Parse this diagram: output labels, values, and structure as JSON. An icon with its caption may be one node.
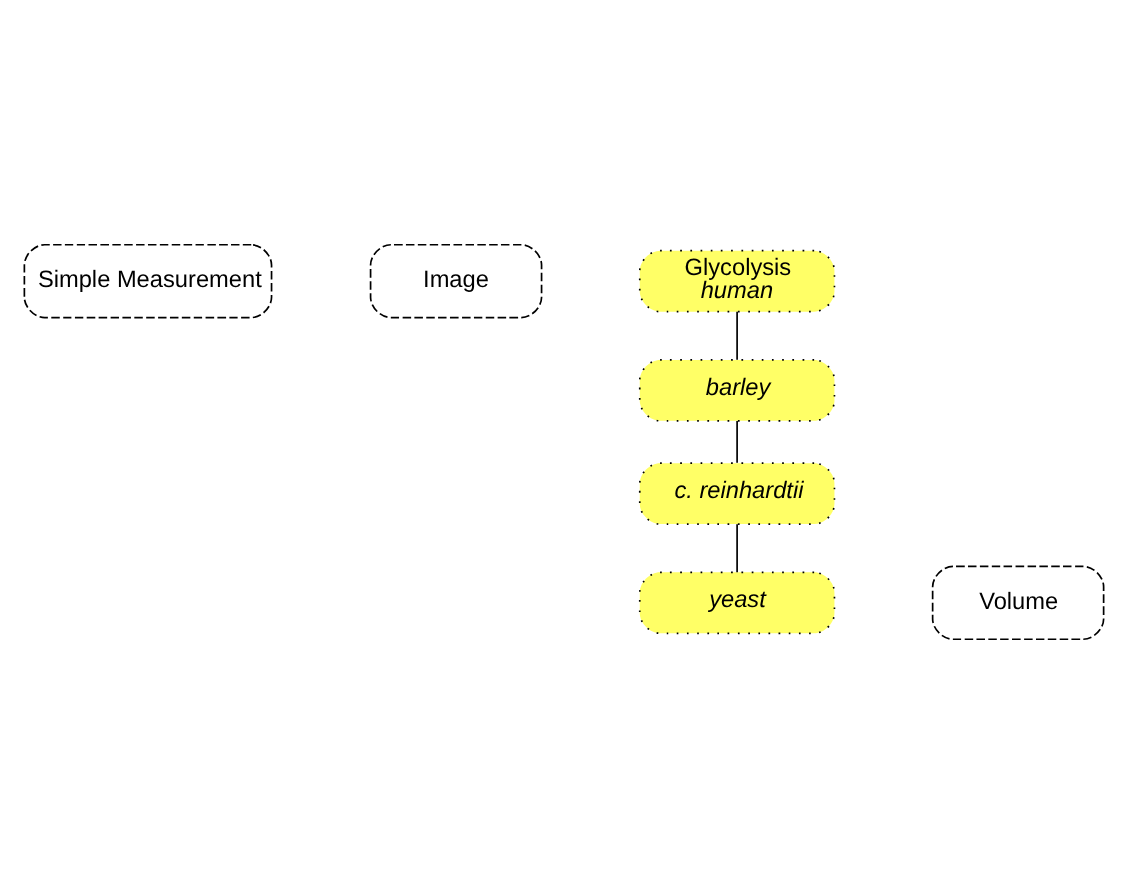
{
  "diagram": {
    "nodes": [
      {
        "text": [
          "Simple Measurement"
        ]
      },
      {
        "text": [
          "Image"
        ]
      },
      {
        "text": [
          "Glycolysis",
          "human"
        ]
      },
      {
        "text": [
          "barley"
        ]
      },
      {
        "text": [
          "c. reinhardtii"
        ]
      },
      {
        "text": [
          "yeast"
        ]
      },
      {
        "text": [
          "Volume"
        ]
      }
    ],
    "edges": [
      {
        "from": 2,
        "to": 3,
        "arrow": "none"
      },
      {
        "from": 3,
        "to": 4,
        "arrow": "none"
      },
      {
        "from": 4,
        "to": 5,
        "arrow": "none"
      }
    ]
  }
}
